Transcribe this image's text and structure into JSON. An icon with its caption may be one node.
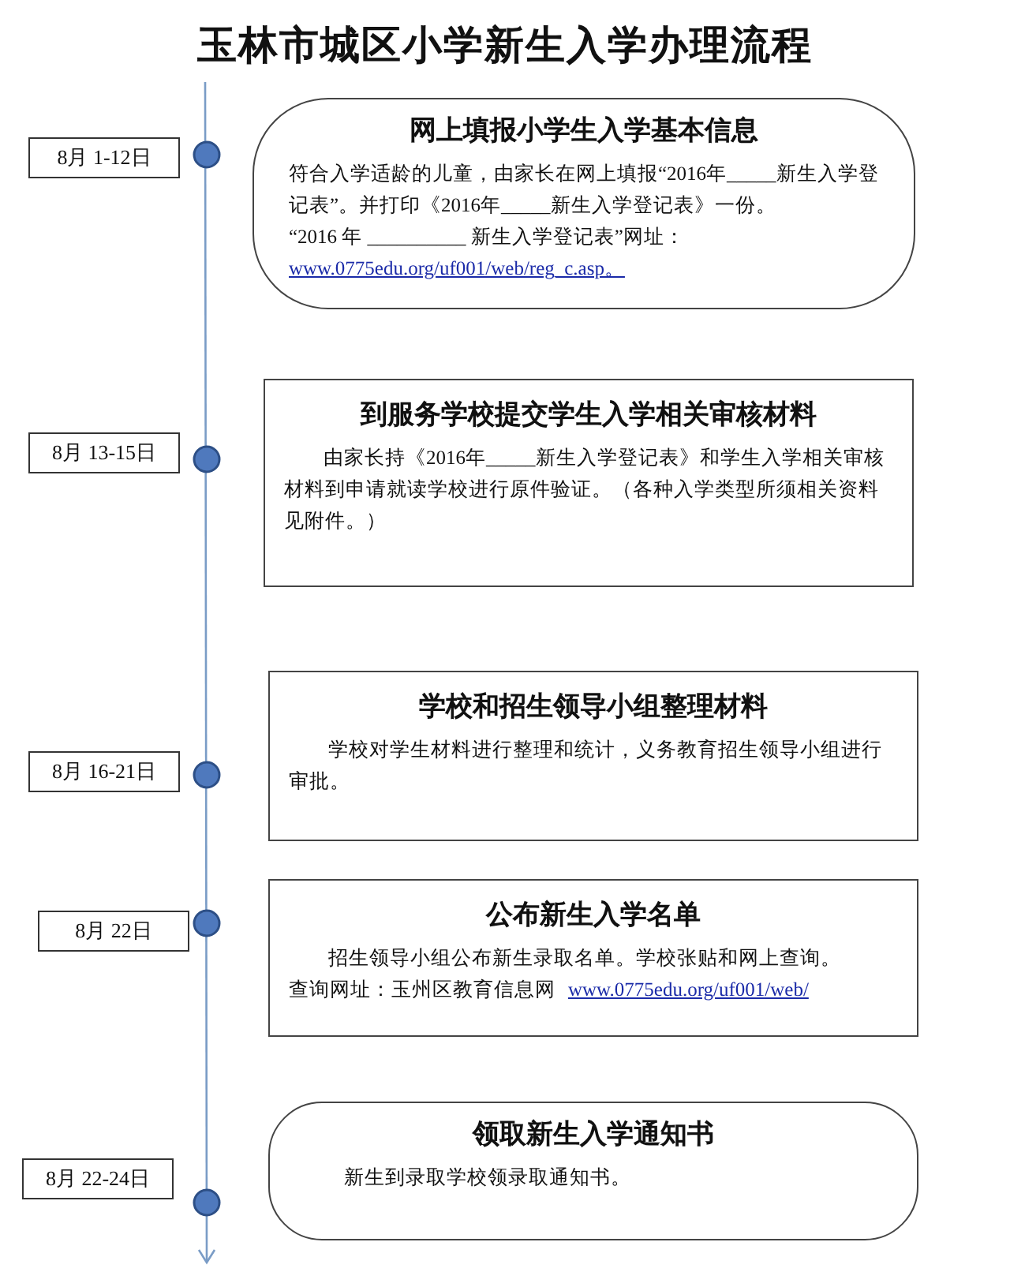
{
  "diagram": {
    "title": "玉林市城区小学新生入学办理流程",
    "nodes": [
      {
        "text": [
          "8月 1-12日"
        ]
      },
      {
        "text": [
          "网上填报小学生入学基本信息",
          "符合入学适龄的儿童，由家长在网上填报“2016年_____新生入学登记表”。并打印《2016年_____新生入学登记表》一份。",
          "“2016 年 __________ 新生入学登记表”网址：",
          "www.0775edu.org/uf001/web/reg_c.asp。"
        ]
      },
      {
        "text": [
          "8月 13-15日"
        ]
      },
      {
        "text": [
          "到服务学校提交学生入学相关审核材料",
          "由家长持《2016年_____新生入学登记表》和学生入学相关审核材料到申请就读学校进行原件验证。（各种入学类型所须相关资料见附件。）"
        ]
      },
      {
        "text": [
          "8月 16-21日"
        ]
      },
      {
        "text": [
          "学校和招生领导小组整理材料",
          "学校对学生材料进行整理和统计，义务教育招生领导小组进行审批。"
        ]
      },
      {
        "text": [
          "8月 22日"
        ]
      },
      {
        "text": [
          "公布新生入学名单",
          "招生领导小组公布新生录取名单。学校张贴和网上查询。",
          "查询网址：玉州区教育信息网",
          "www.0775edu.org/uf001/web/"
        ]
      },
      {
        "text": [
          "8月 22-24日"
        ]
      },
      {
        "text": [
          "领取新生入学通知书",
          "新生到录取学校领录取通知书。"
        ]
      }
    ]
  }
}
